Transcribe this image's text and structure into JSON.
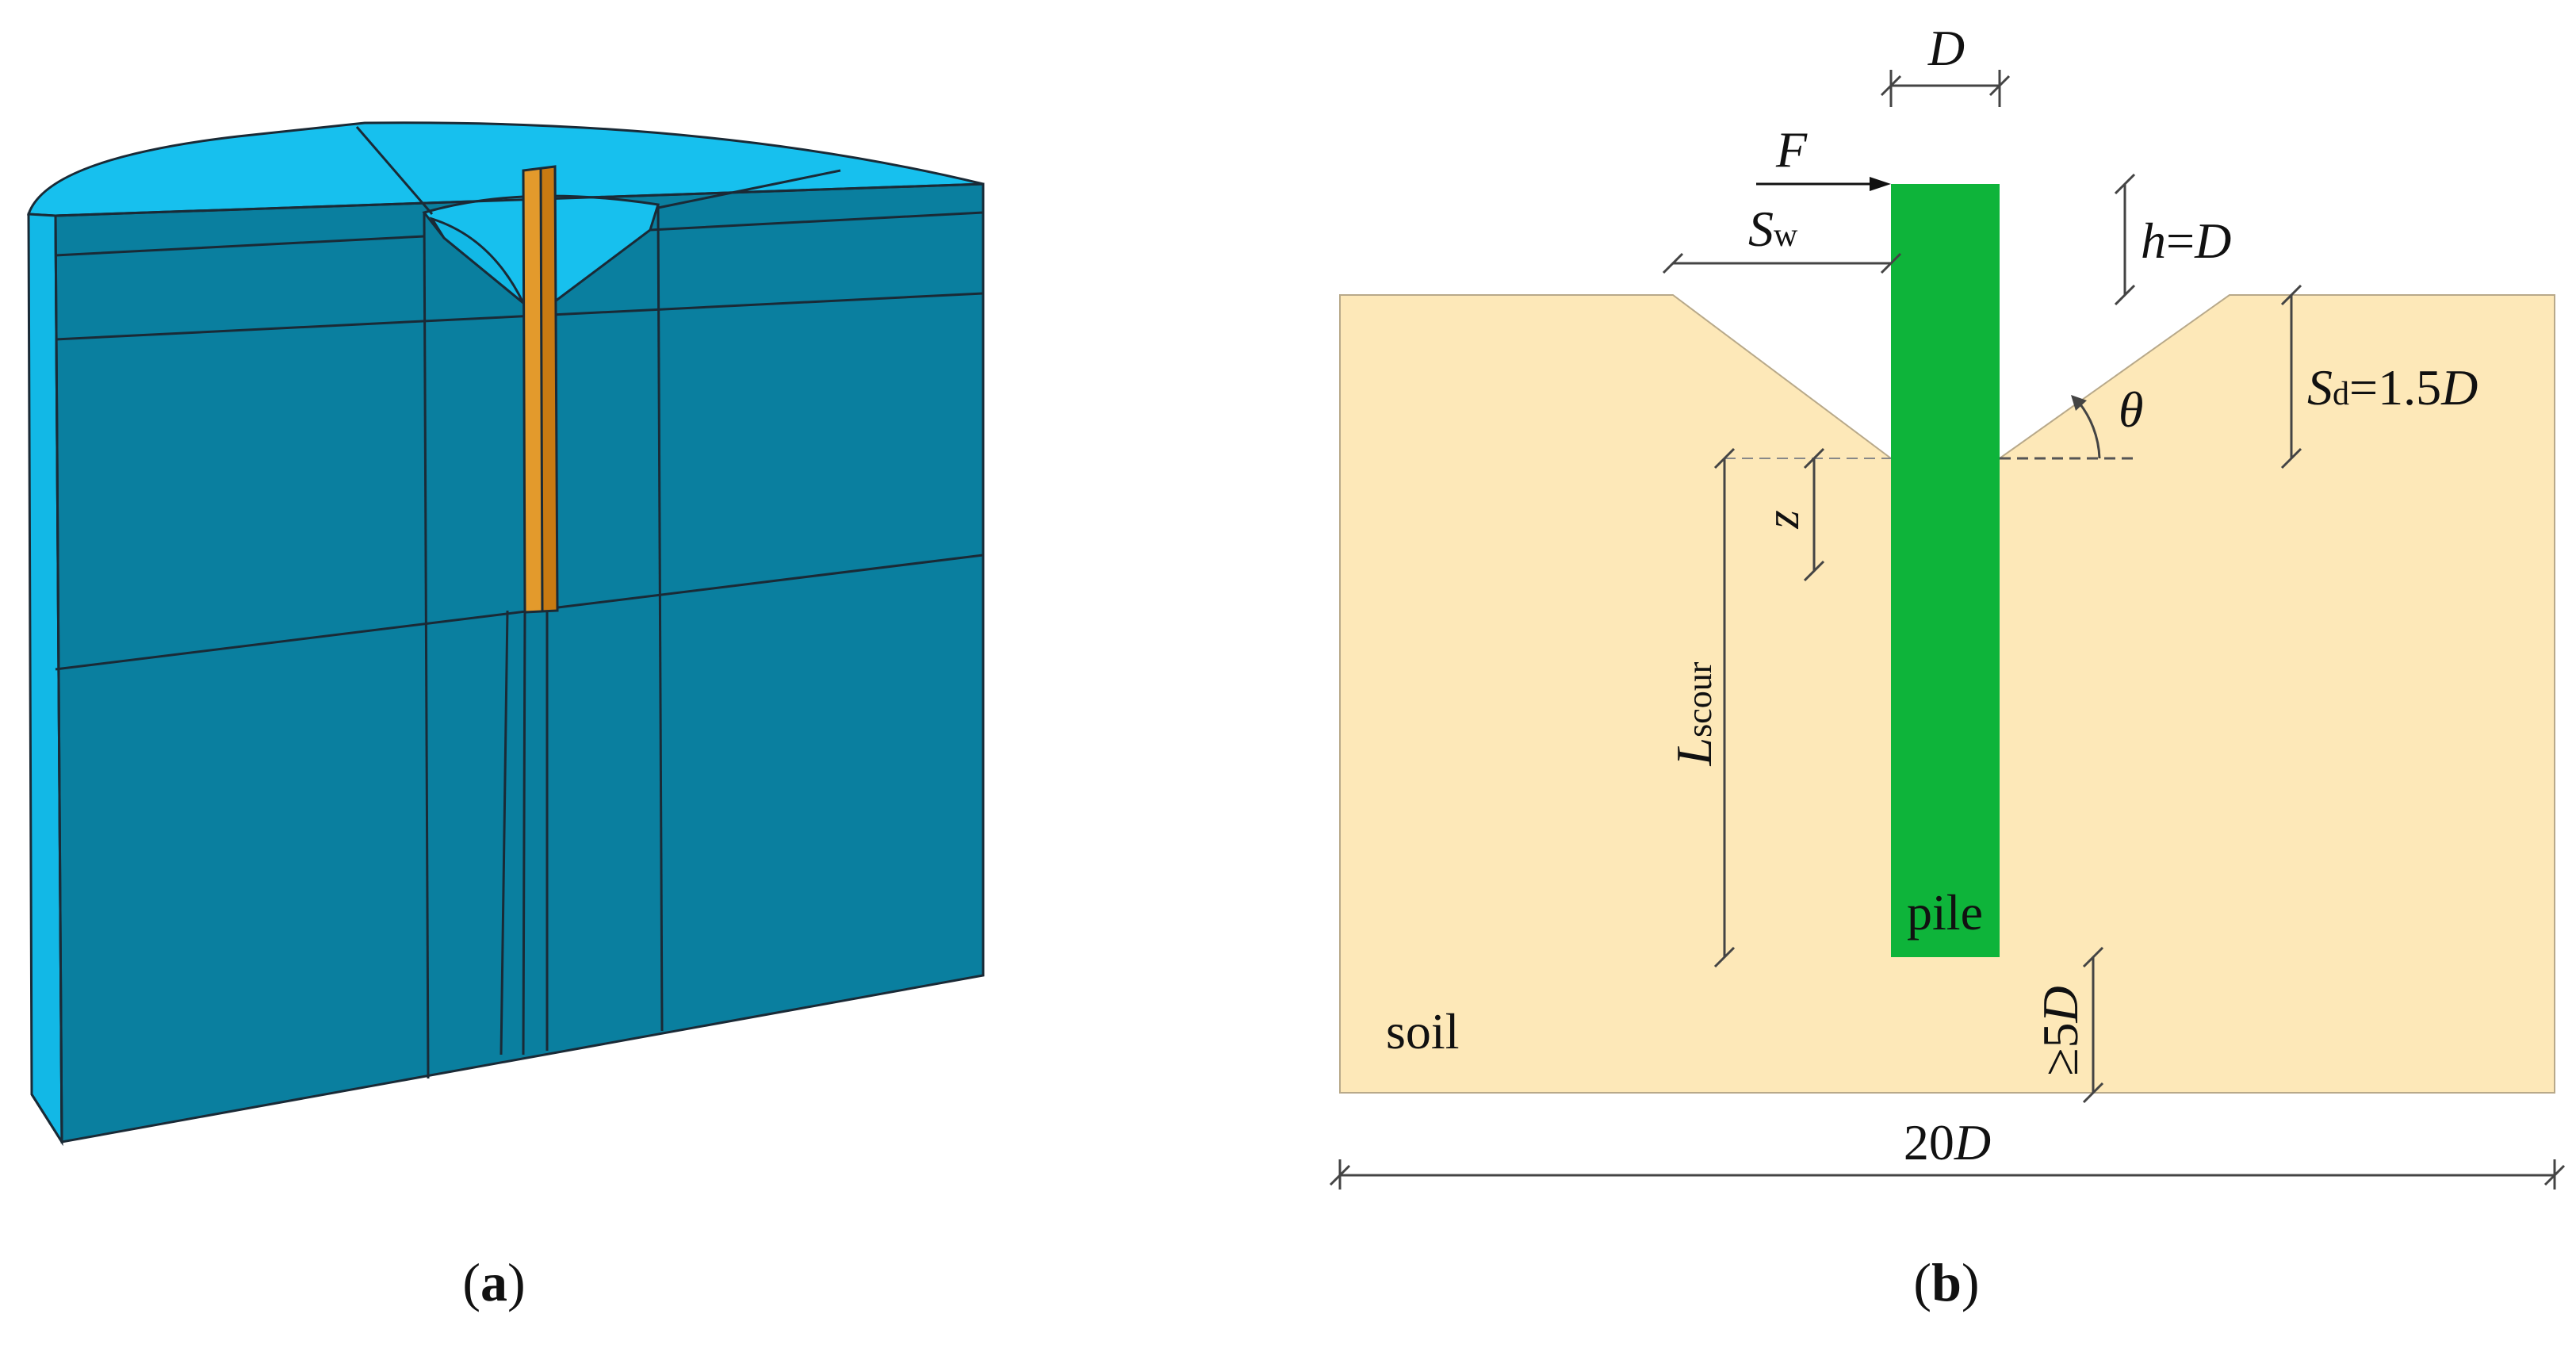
{
  "panel_a": {
    "caption": "(a)",
    "caption_letter": "a",
    "colors": {
      "soil_top": "#17c0ee",
      "soil_side": "#0a7f9f",
      "soil_edge_light": "#12b8e6",
      "pile_front": "#c87a12",
      "pile_side": "#e39a2c",
      "edge": "#1a2a36"
    }
  },
  "panel_b": {
    "caption": "(b)",
    "caption_letter": "b",
    "labels": {
      "D": "D",
      "F": "F",
      "Sw_main": "S",
      "Sw_sub": "w",
      "h_prefix": "h",
      "h_eq": "=",
      "h_suffix": "D",
      "Sd_main": "S",
      "Sd_sub": "d",
      "Sd_value": "=1.5",
      "Sd_D": "D",
      "theta": "θ",
      "z": "z",
      "Lscour_main": "L",
      "Lscour_sub": "scour",
      "pile": "pile",
      "soil": "soil",
      "ge5D_prefix": "≥5",
      "ge5D_D": "D",
      "width_value": "20",
      "width_D": "D"
    },
    "colors": {
      "soil": "#fde8b8",
      "soil_edge": "#b8a98a",
      "pile": "#0eb43a",
      "dim_line": "#444444"
    }
  }
}
